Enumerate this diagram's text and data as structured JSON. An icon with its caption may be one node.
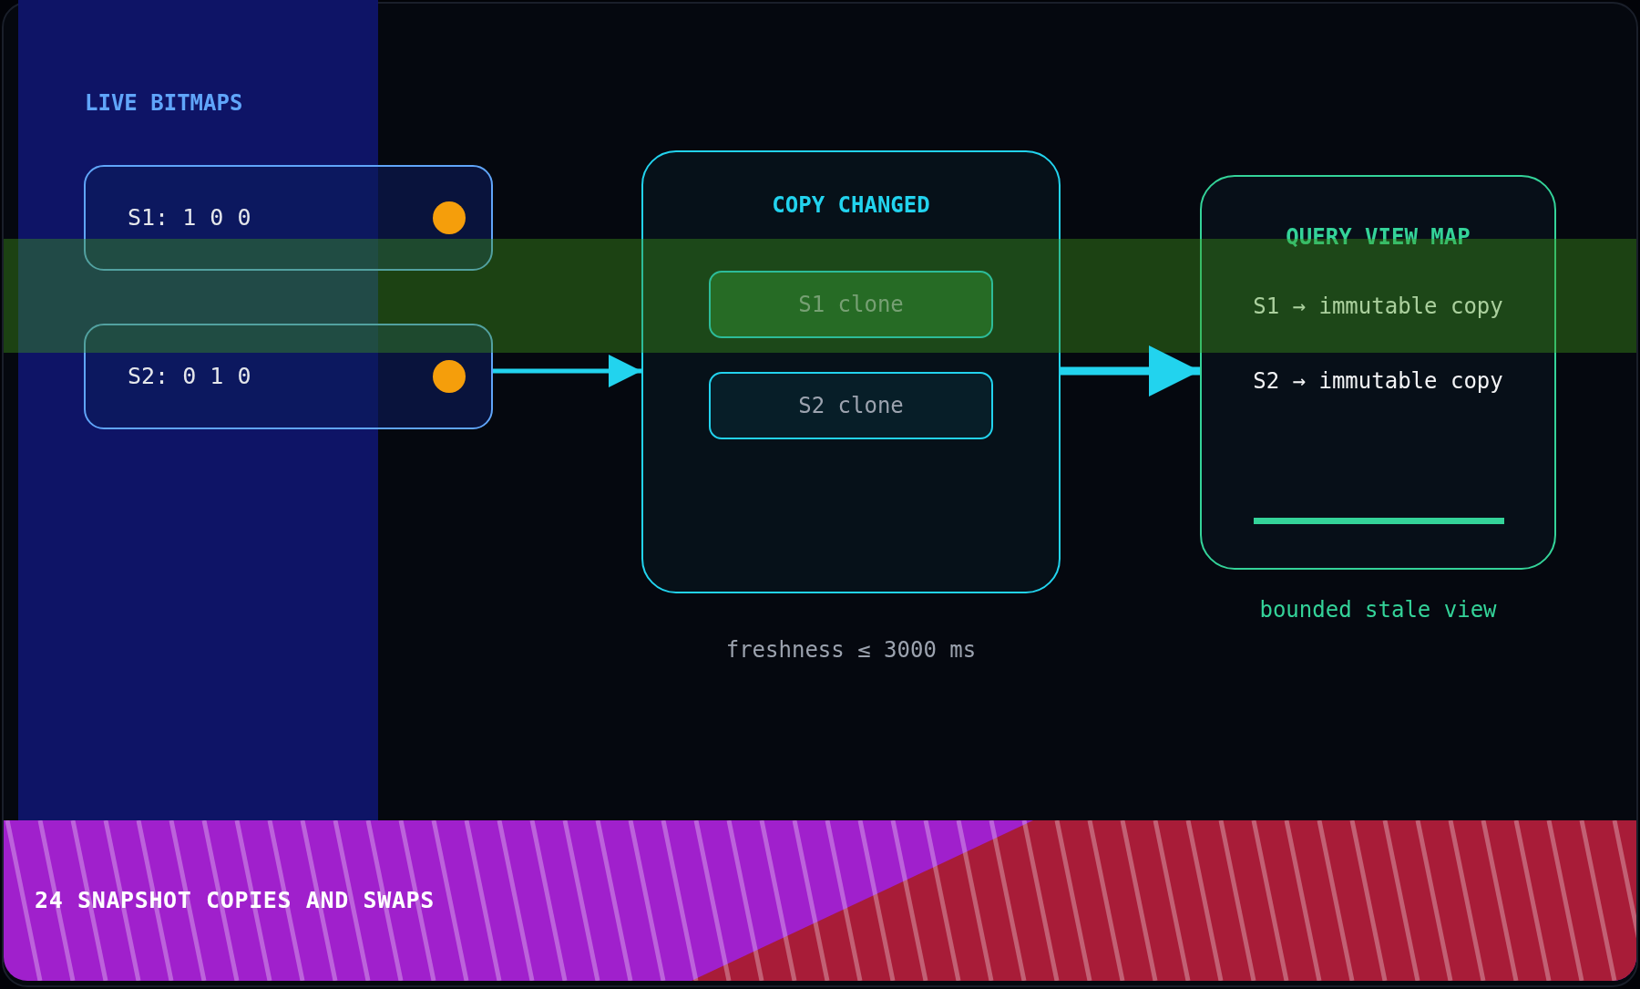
{
  "diagram": {
    "nodes": [
      {
        "text": [
          "S1: 1 0 0"
        ]
      },
      {
        "text": [
          "S2: 0 1 0"
        ]
      },
      {
        "text": [
          "COPY CHANGED"
        ],
        "beside": [
          "freshness ≤ 3000 ms"
        ]
      },
      {
        "text": [
          "S1 clone"
        ],
        "in": 2
      },
      {
        "text": [
          "S2 clone"
        ],
        "in": 2
      },
      {
        "text": [
          "QUERY VIEW MAP",
          "S1 → immutable copy",
          "S2 → immutable copy"
        ],
        "beside": [
          "bounded stale view"
        ]
      },
      {
        "text": [
          "24 SNAPSHOT COPIES AND SWAPS"
        ]
      }
    ],
    "edges": [
      {
        "from": 1,
        "to": 2,
        "arrow": "to"
      },
      {
        "from": 2,
        "to": 5,
        "arrow": "to",
        "style": "thick"
      }
    ],
    "labels": [
      "LIVE BITMAPS"
    ]
  }
}
